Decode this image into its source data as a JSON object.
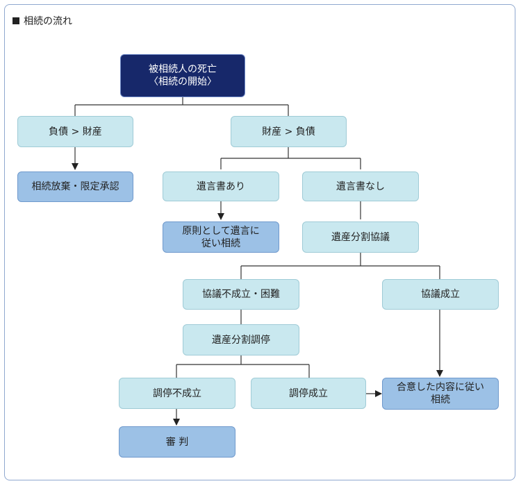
{
  "heading": "相続の流れ",
  "nodes": {
    "death": "被相続人の死亡\n〈相続の開始〉",
    "debt_gt_asset": "負債 > 財産",
    "asset_gt_debt": "財産 > 負債",
    "renounce": "相続放棄・限定承認",
    "will_yes": "遺言書あり",
    "will_no": "遺言書なし",
    "follow_will": "原則として遺言に\n従い相続",
    "division_talk": "遺産分割協議",
    "talk_failed": "協議不成立・困難",
    "talk_agreed": "協議成立",
    "mediation": "遺産分割調停",
    "mediation_failed": "調停不成立",
    "mediation_agreed": "調停成立",
    "inherit_by_agreement": "合意した内容に従い\n相続",
    "trial": "審 判"
  },
  "colors": {
    "dark": "#17286a",
    "light": "#c9e8ef",
    "mid": "#9cc1e6",
    "line": "#333333"
  }
}
